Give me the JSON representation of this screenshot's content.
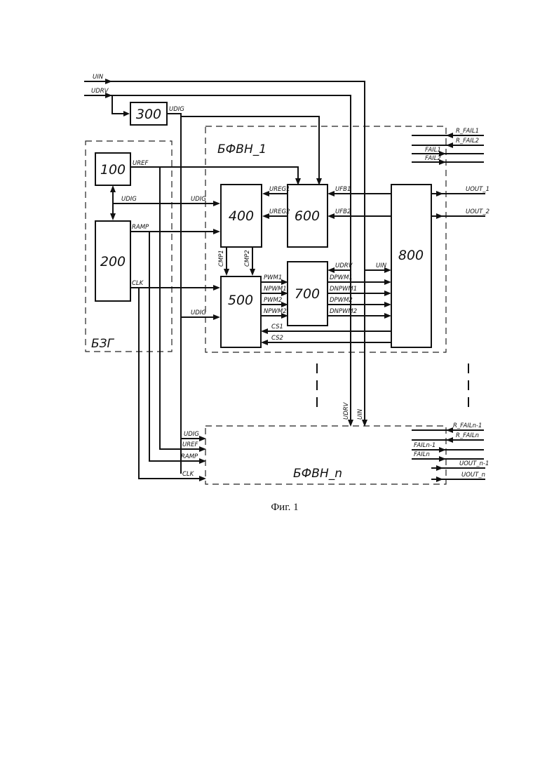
{
  "figure": {
    "caption": "Фиг. 1"
  },
  "groups": {
    "bzg": "БЗГ",
    "bfvn_1": "БФВН_1",
    "bfvn_n": "БФВН_n"
  },
  "blocks": {
    "b100": "100",
    "b200": "200",
    "b300": "300",
    "b400": "400",
    "b500": "500",
    "b600": "600",
    "b700": "700",
    "b800": "800"
  },
  "signals": {
    "uin_top": "UIN",
    "udrv_top": "UDRV",
    "udig_300": "UDIG",
    "uref_100": "UREF",
    "udig_bzg": "UDIG",
    "udig_400": "UDIG",
    "ramp_200": "RAMP",
    "clk_200": "CLK",
    "udig_500": "UDIG",
    "ureg1": "UREG1",
    "ureg2": "UREG2",
    "ufb1": "UFB1",
    "ufb2": "UFB2",
    "cmp1": "CMP1",
    "cmp2": "CMP2",
    "pwm1": "PWM1",
    "npwm1": "NPWM1",
    "pwm2": "PWM2",
    "npwm2": "NPWM2",
    "cs1": "CS1",
    "cs2": "CS2",
    "udrv_700": "UDRV",
    "uin_800": "UIN",
    "dpwm1": "DPWM1",
    "dnpwm1": "DNPWM1",
    "dpwm2": "DPWM2",
    "dnpwm2": "DNPWM2",
    "r_fail1": "R_FAIL1",
    "r_fail2": "R_FAIL2",
    "fail1": "FAIL1",
    "fail2": "FAIL2",
    "uout_1": "UOUT_1",
    "uout_2": "UOUT_2",
    "udrv_n": "UDRV",
    "uin_n": "UIN",
    "udig_n": "UDIG",
    "uref_n": "UREF",
    "ramp_n": "RAMP",
    "clk_n": "CLK",
    "r_failn_1": "R_FAILn-1",
    "r_failn": "R_FAILn",
    "failn_1": "FAILn-1",
    "failn": "FAILn",
    "uout_n_1": "UOUT_n-1",
    "uout_n": "UOUT_n"
  }
}
